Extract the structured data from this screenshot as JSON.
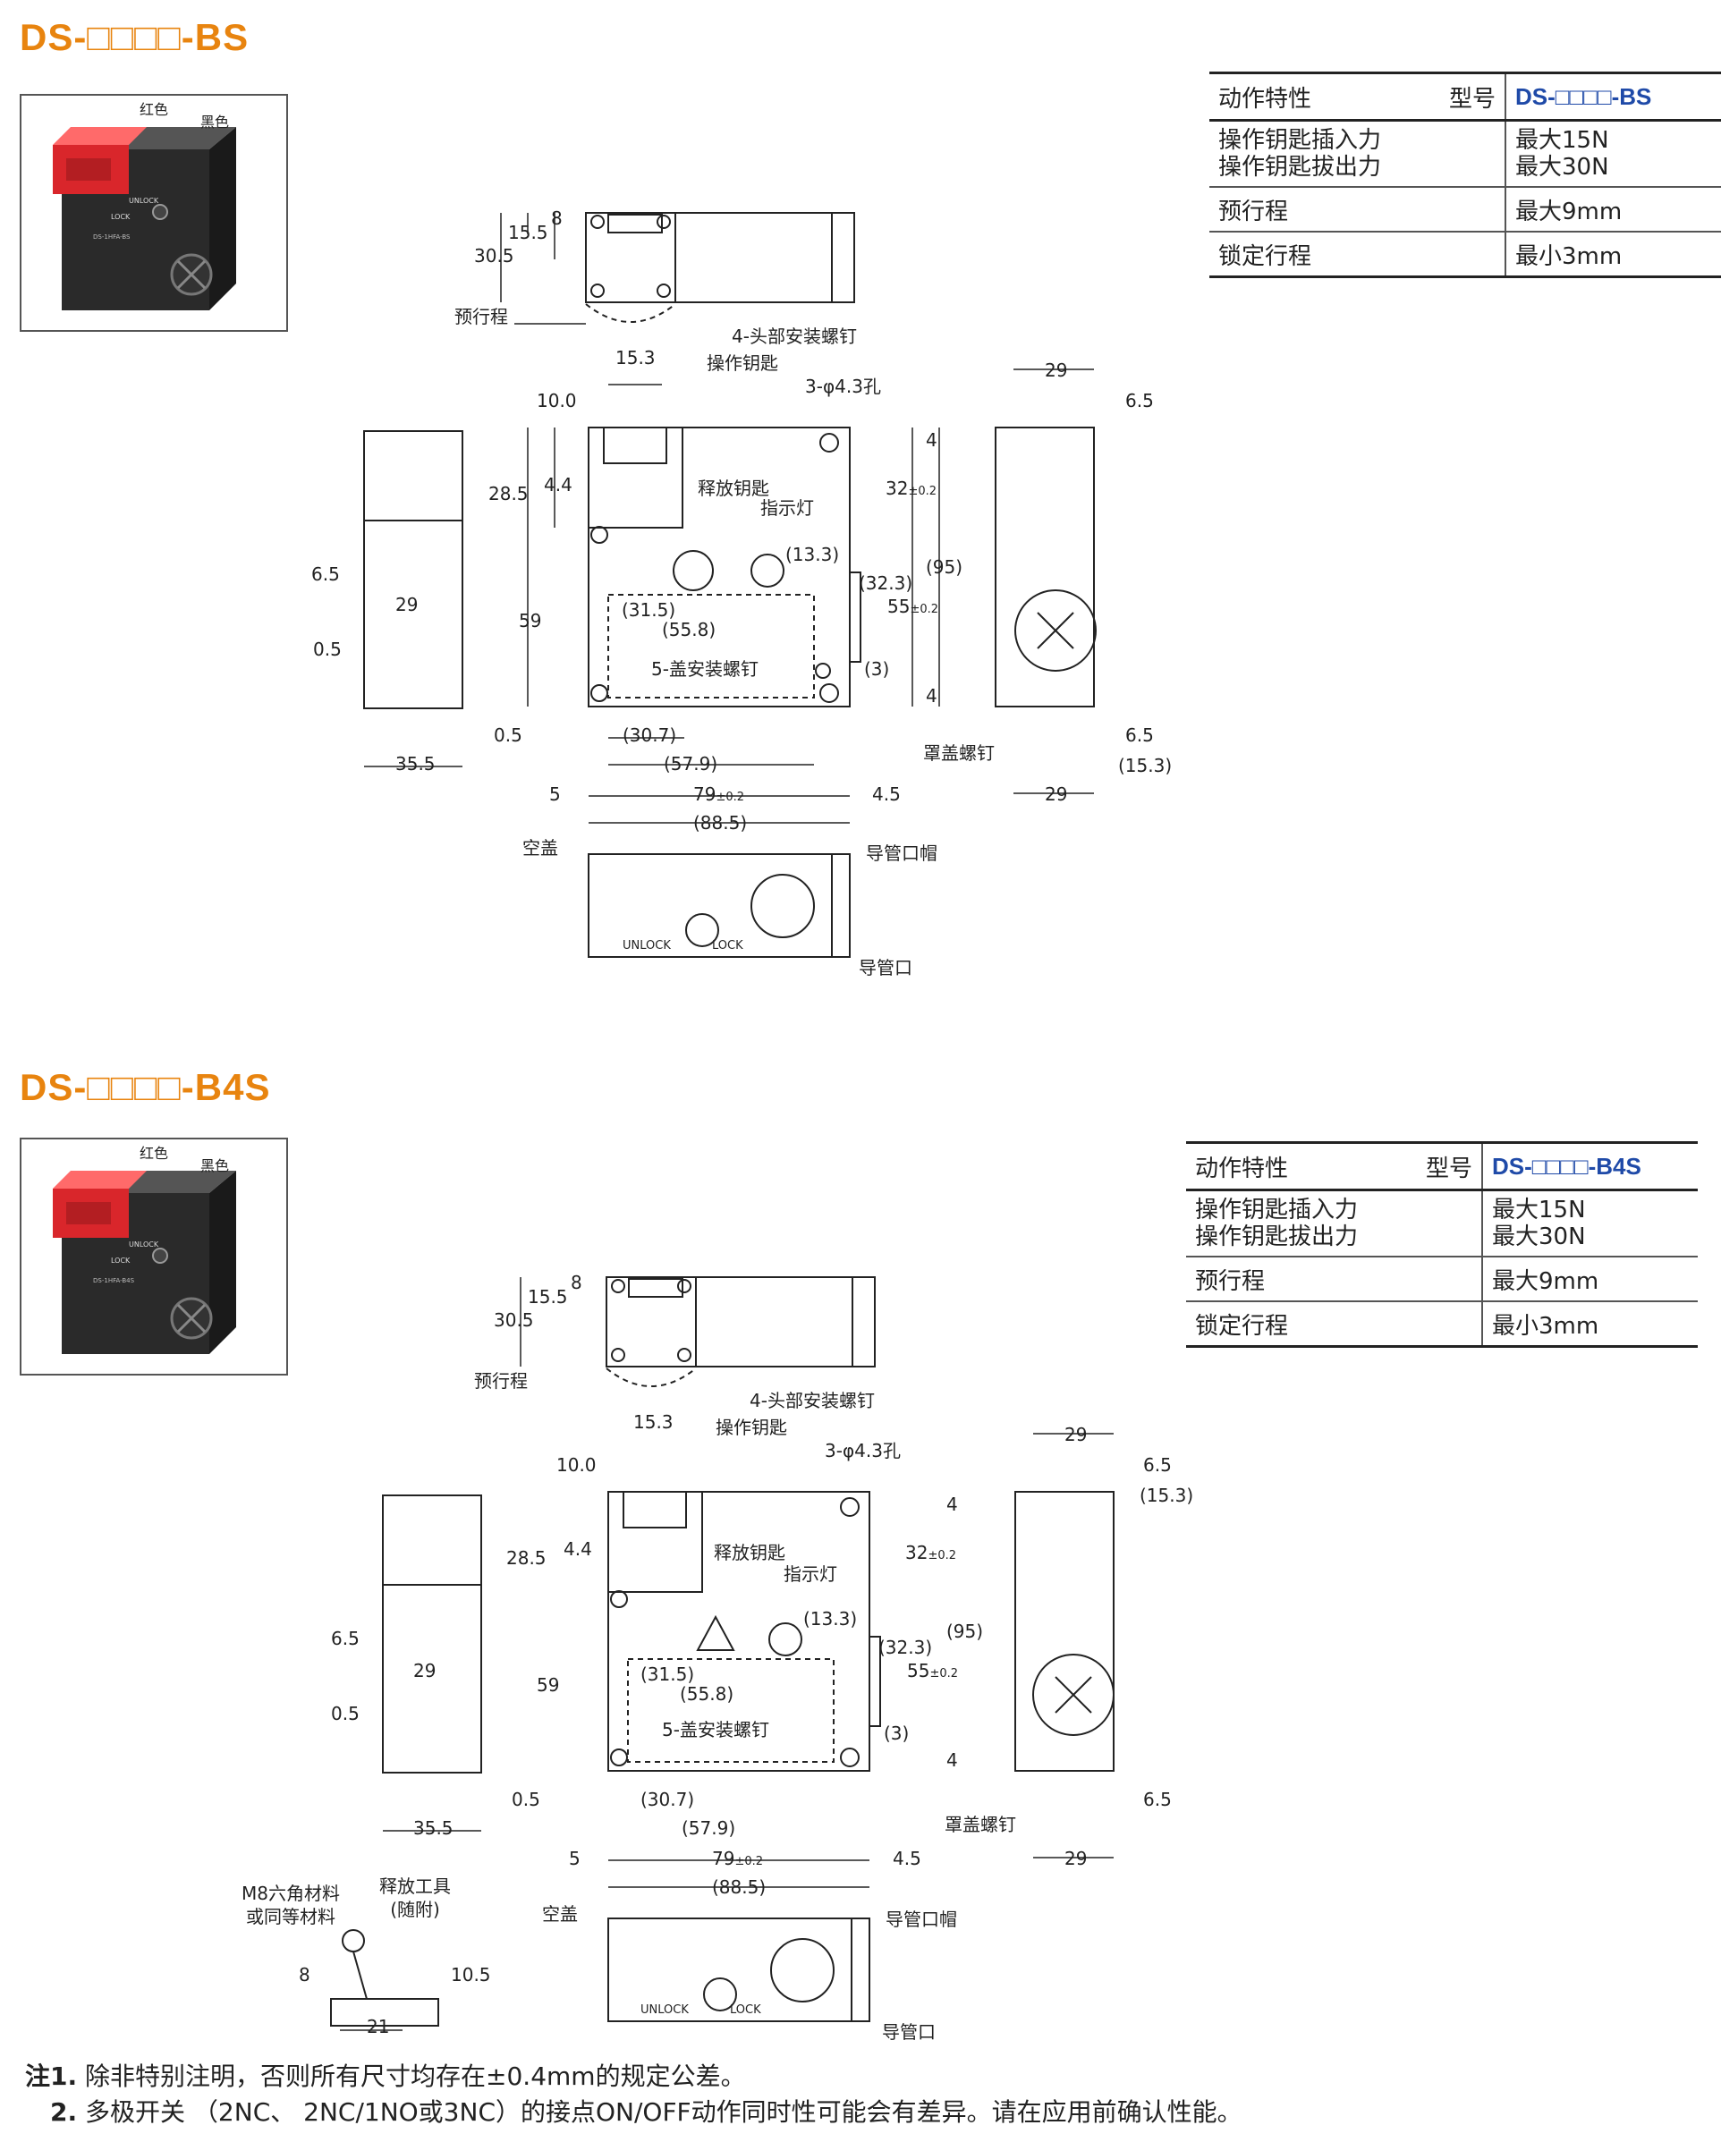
{
  "sections": [
    {
      "title": "DS-□□□□-BS",
      "photo_labels": {
        "red": "红色",
        "black": "黑色"
      },
      "table": {
        "head_left": "动作特性",
        "head_mid": "型号",
        "head_model": "DS-□□□□-BS",
        "rows": [
          {
            "label": "操作钥匙插入力\n操作钥匙拔出力",
            "value": "最大15N\n最大30N"
          },
          {
            "label": "预行程",
            "value": "最大9mm"
          },
          {
            "label": "锁定行程",
            "value": "最小3mm"
          }
        ]
      },
      "labels": {
        "pretravel": "预行程",
        "head_screws": "4-头部安装螺钉",
        "key": "操作钥匙",
        "holes": "3-φ4.3孔",
        "release_key": "释放钥匙",
        "indicator": "指示灯",
        "cover_screws": "5-盖安装螺钉",
        "cover_screw": "罩盖螺钉",
        "blank_cap": "空盖",
        "conduit_cap": "导管口帽",
        "conduit": "导管口",
        "unlock": "UNLOCK",
        "lock": "LOCK"
      },
      "dims": {
        "d15_5": "15.5",
        "d8": "8",
        "d30_5": "30.5",
        "d15_3": "15.3",
        "d10_0": "10.0",
        "d28_5": "28.5",
        "d4_4": "4.4",
        "d59": "59",
        "d6_5": "6.5",
        "d29": "29",
        "d0_5": "0.5",
        "d35_5": "35.5",
        "d31_5": "(31.5)",
        "d55_8": "(55.8)",
        "d13_3": "(13.3)",
        "d32_3": "(32.3)",
        "d32": "32",
        "d55": "55",
        "tol": "±0.2",
        "d95": "(95)",
        "d4": "4",
        "d3": "(3)",
        "d30_7": "(30.7)",
        "d57_9": "(57.9)",
        "d5": "5",
        "d79": "79",
        "d4_5": "4.5",
        "d88_5": "(88.5)",
        "d15_3p": "(15.3)"
      }
    },
    {
      "title": "DS-□□□□-B4S",
      "photo_labels": {
        "red": "红色",
        "black": "黑色"
      },
      "table": {
        "head_left": "动作特性",
        "head_mid": "型号",
        "head_model": "DS-□□□□-B4S",
        "rows": [
          {
            "label": "操作钥匙插入力\n操作钥匙拔出力",
            "value": "最大15N\n最大30N"
          },
          {
            "label": "预行程",
            "value": "最大9mm"
          },
          {
            "label": "锁定行程",
            "value": "最小3mm"
          }
        ]
      },
      "tool": {
        "material": "M8六角材料\n或同等材料",
        "release_tool": "释放工具\n(随附)",
        "d8": "8",
        "d10_5": "10.5",
        "d21": "21"
      }
    }
  ],
  "notes": [
    {
      "num": "注1.",
      "text": "除非特别注明，否则所有尺寸均存在±0.4mm的规定公差。"
    },
    {
      "num": "2.",
      "text": "多极开关 （2NC、 2NC/1NO或3NC）的接点ON/OFF动作同时性可能会有差异。请在应用前确认性能。"
    }
  ]
}
